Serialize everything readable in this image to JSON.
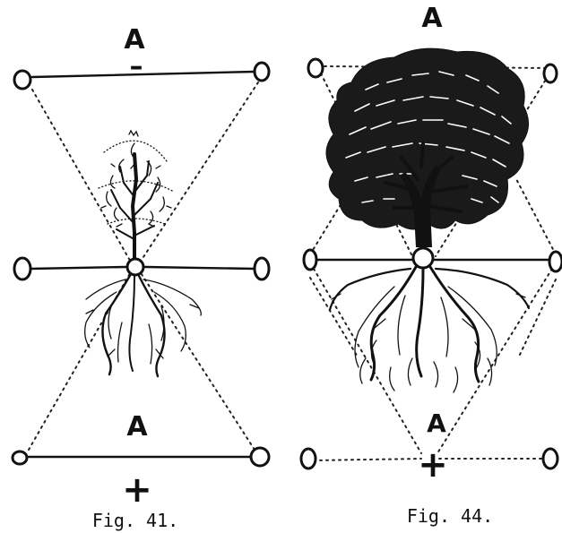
{
  "figures": [
    {
      "caption": "Fig. 41.",
      "top_label": "A",
      "top_sign": "–",
      "bottom_label": "A",
      "bottom_sign": "+",
      "pole_letter": "O"
    },
    {
      "caption": "Fig. 44.",
      "top_label": "A",
      "bottom_label": "A",
      "bottom_sign": "+",
      "pole_letter": "O"
    }
  ]
}
